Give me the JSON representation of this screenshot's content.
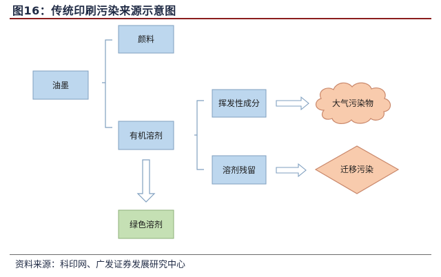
{
  "header": {
    "title": "图16：传统印刷污染来源示意图"
  },
  "diagram": {
    "nodes": {
      "ink": "油墨",
      "pigment": "颜料",
      "organic_solvent": "有机溶剂",
      "green_solvent": "绿色溶剂",
      "volatile": "挥发性成分",
      "residue": "溶剂残留",
      "air_pollutant": "大气污染物",
      "migration": "迁移污染"
    },
    "colors": {
      "blue_fill": "#bdd7ee",
      "blue_stroke": "#7f9fbf",
      "green_fill": "#c5e0b4",
      "green_stroke": "#8db07a",
      "cloud_fill": "#f8cbad",
      "cloud_stroke": "#c9876a",
      "diamond_fill": "#f8cbad",
      "diamond_stroke": "#c9876a",
      "connector": "#7f9fbf"
    }
  },
  "footer": {
    "source": "资料来源：科印网、广发证券发展研究中心"
  }
}
